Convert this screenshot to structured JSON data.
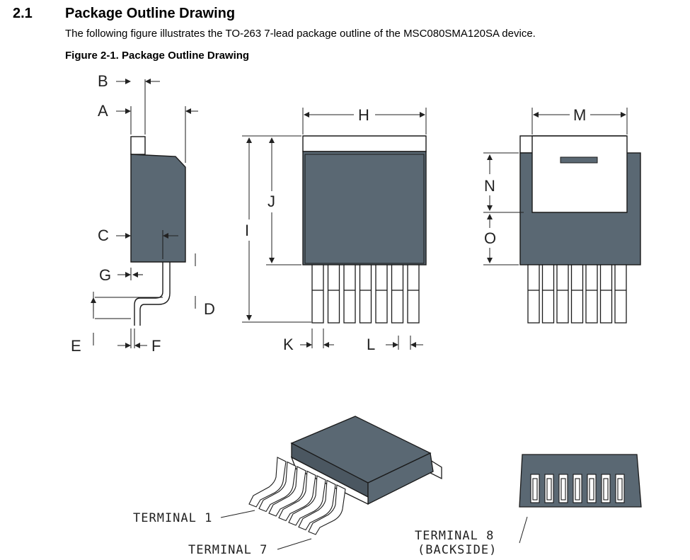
{
  "section": {
    "number": "2.1",
    "title": "Package Outline Drawing",
    "intro": "The following figure illustrates the TO-263 7-lead package outline of the MSC080SMA120SA device.",
    "figure_caption": "Figure 2-1. Package Outline Drawing"
  },
  "dimension_labels": {
    "A": "A",
    "B": "B",
    "C": "C",
    "D": "D",
    "E": "E",
    "F": "F",
    "G": "G",
    "H": "H",
    "I": "I",
    "J": "J",
    "K": "K",
    "L": "L",
    "M": "M",
    "N": "N",
    "O": "O"
  },
  "terminals": {
    "t1": "TERMINAL 1",
    "t7": "TERMINAL 7",
    "t8": "TERMINAL 8",
    "t8_note": "(BACKSIDE)"
  },
  "colors": {
    "body": "#5a6873",
    "outline": "#1a1a1a"
  }
}
